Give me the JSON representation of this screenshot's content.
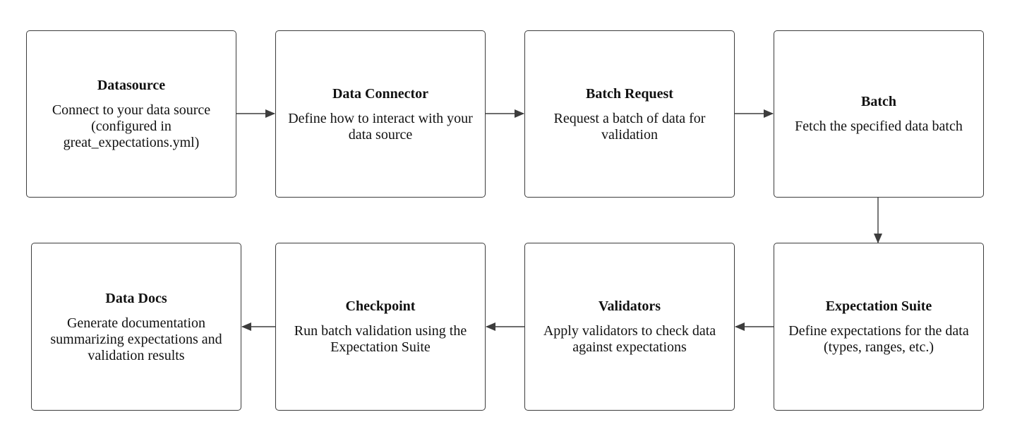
{
  "colors": {
    "border": "#3d3d3d",
    "arrow": "#3d3d3d",
    "text": "#111111",
    "background": "#ffffff"
  },
  "nodes": [
    {
      "title": "Datasource",
      "desc_lines": [
        "Connect to your data source",
        "(configured in",
        "great_expectations.yml)"
      ]
    },
    {
      "title": "Data Connector",
      "desc_lines": [
        "Define how to interact with your",
        "data source"
      ]
    },
    {
      "title": "Batch Request",
      "desc_lines": [
        "Request a batch of data for",
        "validation"
      ]
    },
    {
      "title": "Batch",
      "desc_lines": [
        "Fetch the specified data batch"
      ]
    },
    {
      "title": "Expectation Suite",
      "desc_lines": [
        "Define expectations for the data",
        "(types, ranges, etc.)"
      ]
    },
    {
      "title": "Validators",
      "desc_lines": [
        "Apply validators to check data",
        "against expectations"
      ]
    },
    {
      "title": "Checkpoint",
      "desc_lines": [
        "Run batch validation using the",
        "Expectation Suite"
      ]
    },
    {
      "title": "Data Docs",
      "desc_lines": [
        "Generate documentation",
        "summarizing expectations and",
        "validation results"
      ]
    }
  ],
  "edges": [
    {
      "from": "Datasource",
      "to": "Data Connector"
    },
    {
      "from": "Data Connector",
      "to": "Batch Request"
    },
    {
      "from": "Batch Request",
      "to": "Batch"
    },
    {
      "from": "Batch",
      "to": "Expectation Suite"
    },
    {
      "from": "Expectation Suite",
      "to": "Validators"
    },
    {
      "from": "Validators",
      "to": "Checkpoint"
    },
    {
      "from": "Checkpoint",
      "to": "Data Docs"
    }
  ]
}
